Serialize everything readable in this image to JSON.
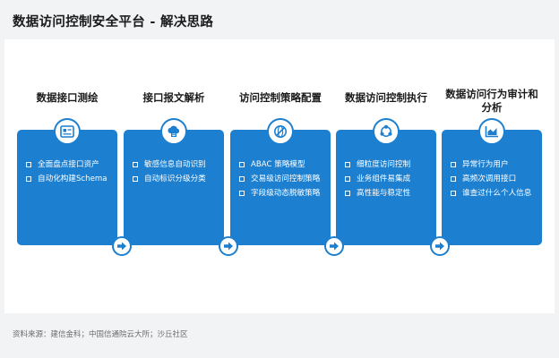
{
  "title": "数据访问控制安全平台 - 解决思路",
  "steps": [
    {
      "title": "数据接口测绘",
      "icon": "api-card-icon",
      "items": [
        "全面盘点接口资产",
        "自动化构建Schema"
      ]
    },
    {
      "title": "接口报文解析",
      "icon": "cloud-parse-icon",
      "items": [
        "敏感信息自动识别",
        "自动标识分级分类"
      ]
    },
    {
      "title": "访问控制策略配置",
      "icon": "globe-link-icon",
      "items": [
        "ABAC 策略模型",
        "交易级访问控制策略",
        "字段级动态脱敏策略"
      ]
    },
    {
      "title": "数据访问控制执行",
      "icon": "cycle-execute-icon",
      "items": [
        "细粒度访问控制",
        "业务组件易集成",
        "高性能与稳定性"
      ]
    },
    {
      "title": "数据访问行为审计和分析",
      "icon": "chart-audit-icon",
      "items": [
        "异常行为用户",
        "高频次调用接口",
        "谁查过什么个人信息"
      ]
    }
  ],
  "source": "资料来源：建信金科；中国信通院云大所；沙丘社区",
  "colors": {
    "accent": "#1d7fcf",
    "panel": "#ffffff",
    "background": "#f2f3f5"
  }
}
